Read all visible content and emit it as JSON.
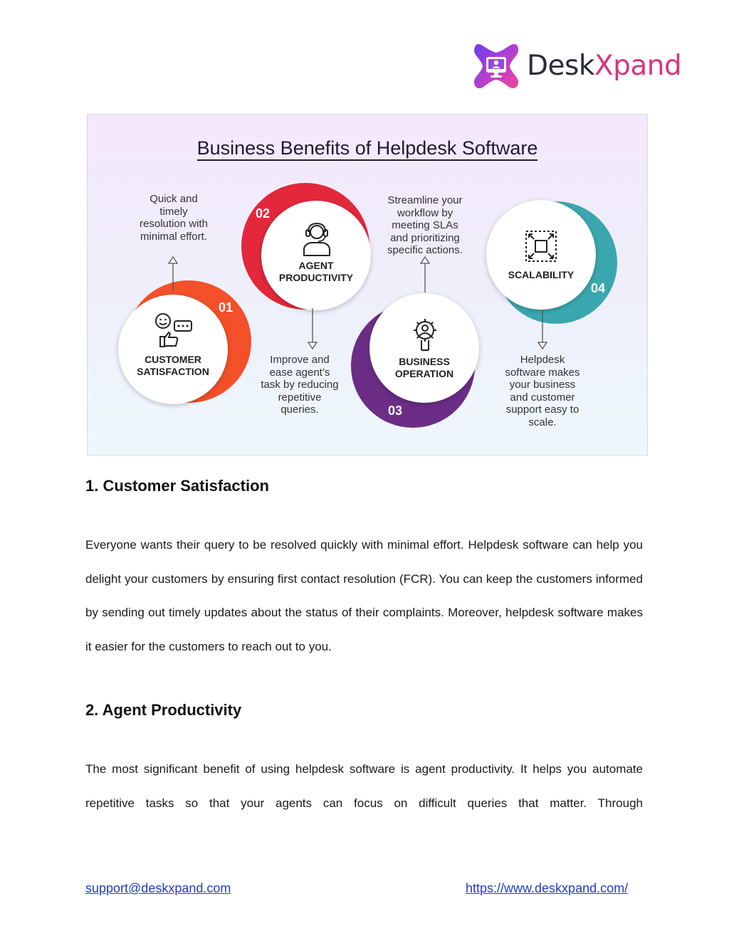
{
  "logo": {
    "part1": "Desk",
    "part2": "X",
    "part3": "pand"
  },
  "infographic": {
    "title": "Business Benefits of Helpdesk Software",
    "items": [
      {
        "number": "01",
        "label_line1": "CUSTOMER",
        "label_line2": "SATISFACTION",
        "icon": "customer-feedback-icon",
        "color": "#f4502a",
        "note": [
          "Quick and",
          "timely",
          "resolution with",
          "minimal effort."
        ]
      },
      {
        "number": "02",
        "label_line1": "AGENT",
        "label_line2": "PRODUCTIVITY",
        "icon": "agent-headset-icon",
        "color": "#e2283a",
        "note": [
          "Improve and",
          "ease agent’s",
          "task by reducing",
          "repetitive",
          "queries."
        ]
      },
      {
        "number": "03",
        "label_line1": "BUSINESS",
        "label_line2": "OPERATION",
        "icon": "gear-person-icon",
        "color": "#6b2d86",
        "note": [
          "Streamline your",
          "workflow by",
          "meeting SLAs",
          "and prioritizing",
          "specific actions."
        ]
      },
      {
        "number": "04",
        "label_line1": "SCALABILITY",
        "label_line2": "",
        "icon": "scale-expand-icon",
        "color": "#3aa7ae",
        "note": [
          "Helpdesk",
          "software makes",
          "your business",
          "and customer",
          "support easy to",
          "scale."
        ]
      }
    ]
  },
  "sections": [
    {
      "heading": "1. Customer Satisfaction",
      "paragraph": "Everyone wants their query to be resolved quickly with minimal effort. Helpdesk software can help you delight your customers by ensuring first contact resolution (FCR). You can keep the customers informed by sending out timely updates about the status of their complaints. Moreover, helpdesk software makes it easier for the customers to reach out to you."
    },
    {
      "heading": "2. Agent Productivity",
      "paragraph": "The most significant benefit of using helpdesk software is agent productivity. It helps you automate repetitive tasks so that your agents can focus on difficult queries that matter. Through"
    }
  ],
  "footer": {
    "email": "support@deskxpand.com",
    "website": "https://www.deskxpand.com/"
  }
}
